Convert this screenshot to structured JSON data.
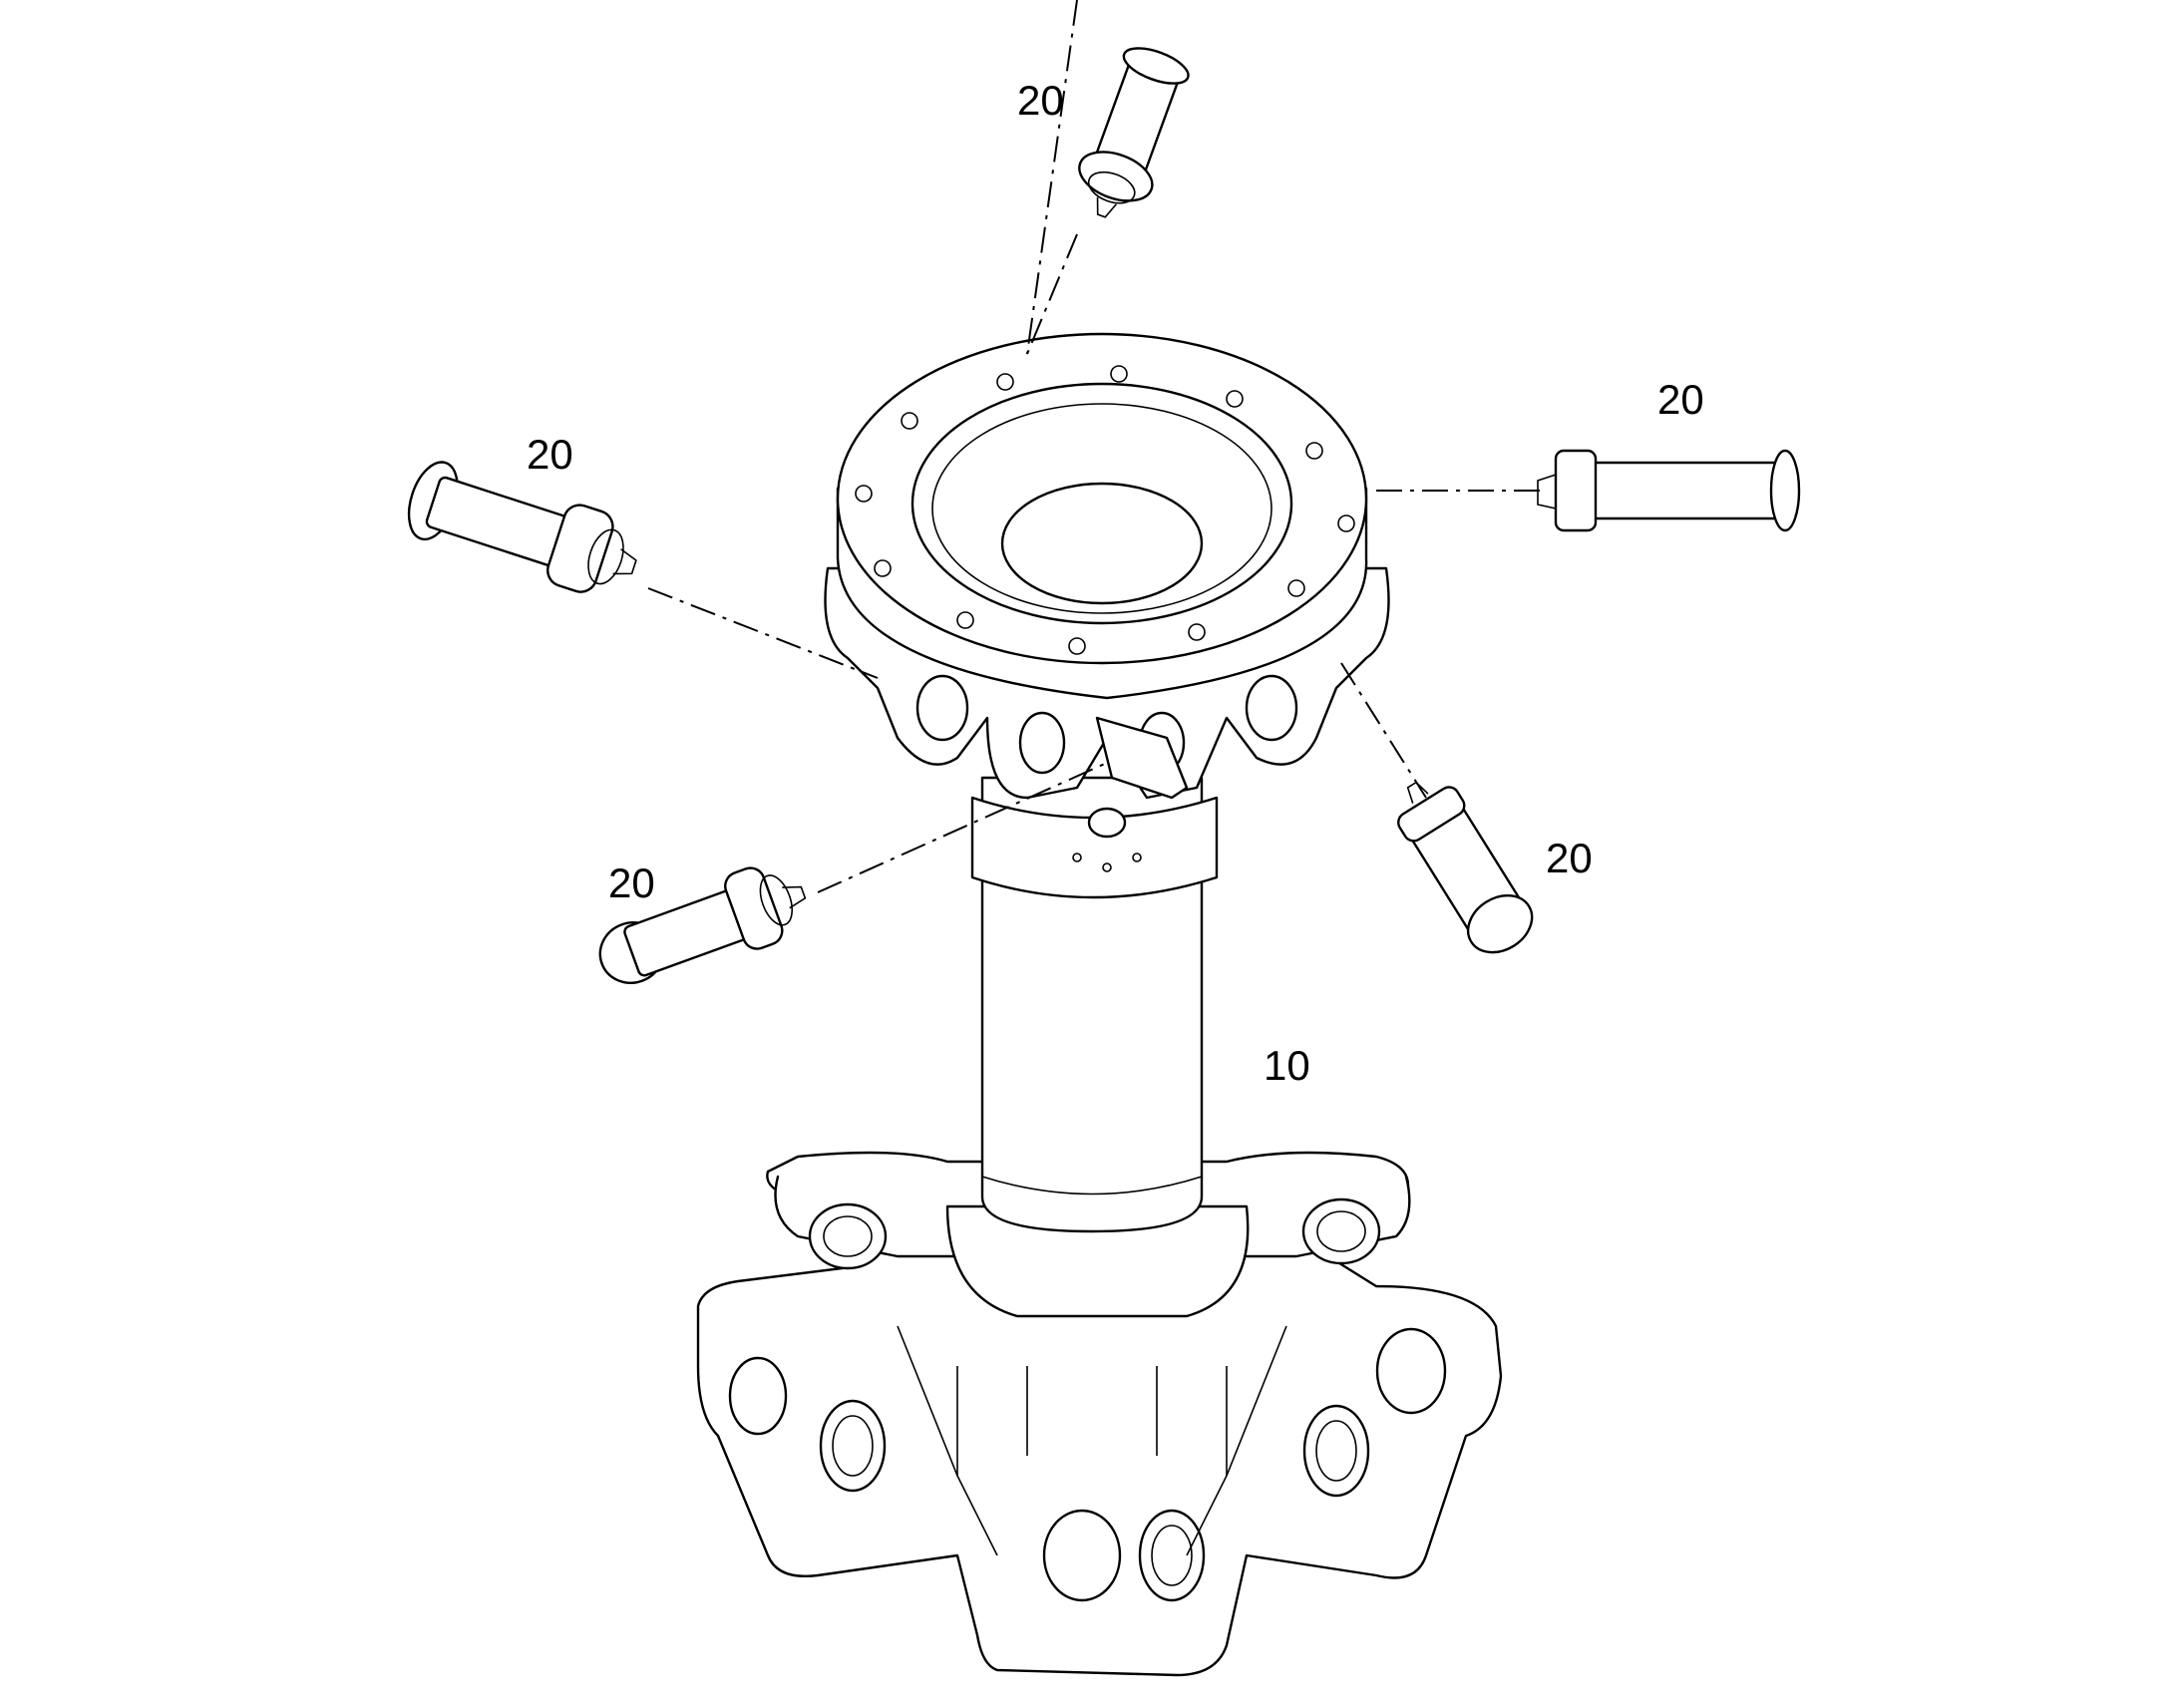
{
  "figure": {
    "labels": {
      "housing": "10",
      "pin_top": "20",
      "pin_left": "20",
      "pin_right": "20",
      "pin_lower_left": "20",
      "pin_lower_right": "20"
    }
  }
}
